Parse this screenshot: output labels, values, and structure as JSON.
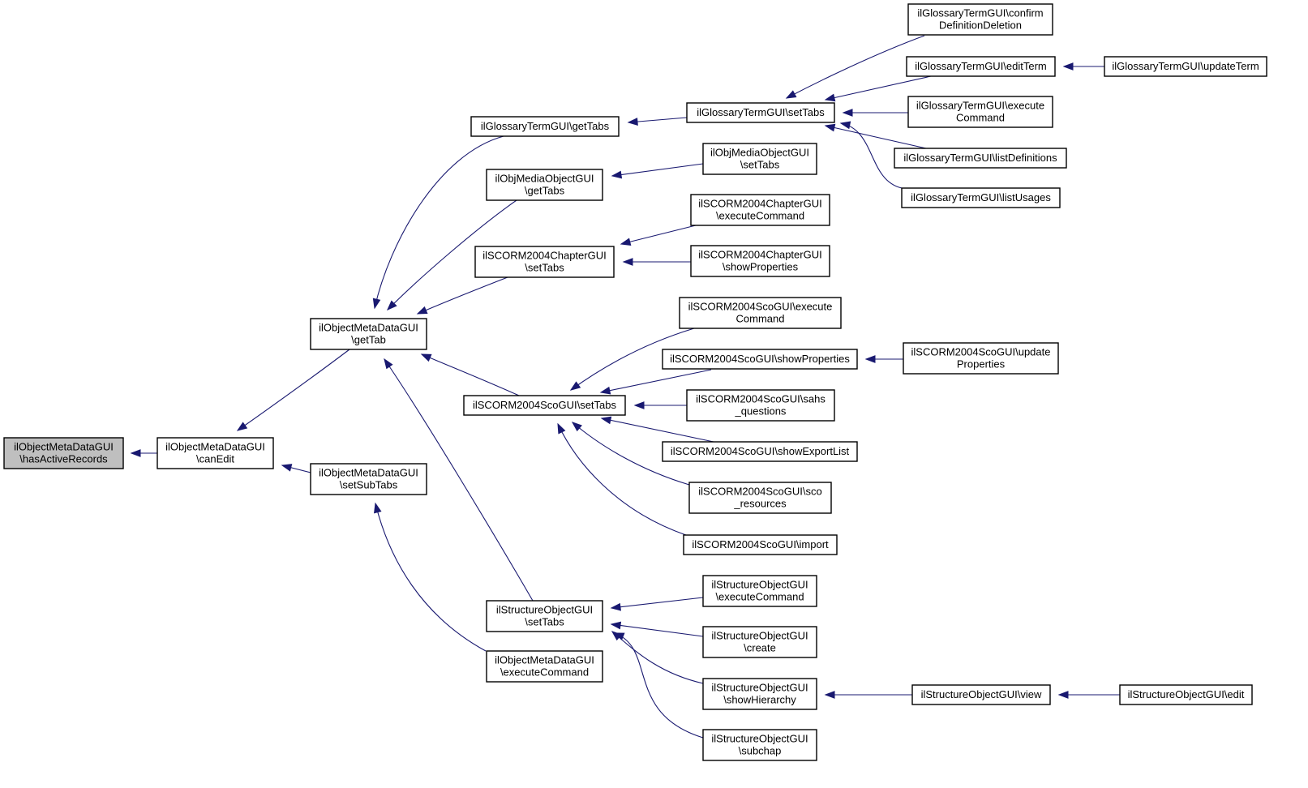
{
  "graph": {
    "nodes": [
      {
        "id": "root",
        "lines": [
          "ilObjectMetaDataGUI",
          "\\hasActiveRecords"
        ],
        "highlight": true
      },
      {
        "id": "canEdit",
        "lines": [
          "ilObjectMetaDataGUI",
          "\\canEdit"
        ]
      },
      {
        "id": "getTab",
        "lines": [
          "ilObjectMetaDataGUI",
          "\\getTab"
        ]
      },
      {
        "id": "setSubTabs",
        "lines": [
          "ilObjectMetaDataGUI",
          "\\setSubTabs"
        ]
      },
      {
        "id": "gtGetTabs",
        "lines": [
          "ilGlossaryTermGUI\\getTabs"
        ]
      },
      {
        "id": "omGetTabs",
        "lines": [
          "ilObjMediaObjectGUI",
          "\\getTabs"
        ]
      },
      {
        "id": "chSetTabs",
        "lines": [
          "ilSCORM2004ChapterGUI",
          "\\setTabs"
        ]
      },
      {
        "id": "scoSetTabs",
        "lines": [
          "ilSCORM2004ScoGUI\\setTabs"
        ]
      },
      {
        "id": "soSetTabs",
        "lines": [
          "ilStructureObjectGUI",
          "\\setTabs"
        ]
      },
      {
        "id": "omdExec",
        "lines": [
          "ilObjectMetaDataGUI",
          "\\executeCommand"
        ]
      },
      {
        "id": "gtSetTabs",
        "lines": [
          "ilGlossaryTermGUI\\setTabs"
        ]
      },
      {
        "id": "omSetTabs",
        "lines": [
          "ilObjMediaObjectGUI",
          "\\setTabs"
        ]
      },
      {
        "id": "chExec",
        "lines": [
          "ilSCORM2004ChapterGUI",
          "\\executeCommand"
        ]
      },
      {
        "id": "chShowProps",
        "lines": [
          "ilSCORM2004ChapterGUI",
          "\\showProperties"
        ]
      },
      {
        "id": "scoExec",
        "lines": [
          "ilSCORM2004ScoGUI\\execute",
          "Command"
        ]
      },
      {
        "id": "scoShowProps",
        "lines": [
          "ilSCORM2004ScoGUI\\showProperties"
        ]
      },
      {
        "id": "scoSahs",
        "lines": [
          "ilSCORM2004ScoGUI\\sahs",
          "_questions"
        ]
      },
      {
        "id": "scoExportList",
        "lines": [
          "ilSCORM2004ScoGUI\\showExportList"
        ]
      },
      {
        "id": "scoRes",
        "lines": [
          "ilSCORM2004ScoGUI\\sco",
          "_resources"
        ]
      },
      {
        "id": "scoImport",
        "lines": [
          "ilSCORM2004ScoGUI\\import"
        ]
      },
      {
        "id": "soExec",
        "lines": [
          "ilStructureObjectGUI",
          "\\executeCommand"
        ]
      },
      {
        "id": "soCreate",
        "lines": [
          "ilStructureObjectGUI",
          "\\create"
        ]
      },
      {
        "id": "soShowHier",
        "lines": [
          "ilStructureObjectGUI",
          "\\showHierarchy"
        ]
      },
      {
        "id": "soSubchap",
        "lines": [
          "ilStructureObjectGUI",
          "\\subchap"
        ]
      },
      {
        "id": "gtConfirm",
        "lines": [
          "ilGlossaryTermGUI\\confirm",
          "DefinitionDeletion"
        ]
      },
      {
        "id": "gtEditTerm",
        "lines": [
          "ilGlossaryTermGUI\\editTerm"
        ]
      },
      {
        "id": "gtExec",
        "lines": [
          "ilGlossaryTermGUI\\execute",
          "Command"
        ]
      },
      {
        "id": "gtListDefs",
        "lines": [
          "ilGlossaryTermGUI\\listDefinitions"
        ]
      },
      {
        "id": "gtListUsages",
        "lines": [
          "ilGlossaryTermGUI\\listUsages"
        ]
      },
      {
        "id": "scoUpdateProps",
        "lines": [
          "ilSCORM2004ScoGUI\\update",
          "Properties"
        ]
      },
      {
        "id": "soView",
        "lines": [
          "ilStructureObjectGUI\\view"
        ]
      },
      {
        "id": "gtUpdateTerm",
        "lines": [
          "ilGlossaryTermGUI\\updateTerm"
        ]
      },
      {
        "id": "soEdit",
        "lines": [
          "ilStructureObjectGUI\\edit"
        ]
      }
    ],
    "edges": [
      {
        "from": "canEdit",
        "to": "root"
      },
      {
        "from": "getTab",
        "to": "canEdit"
      },
      {
        "from": "setSubTabs",
        "to": "canEdit"
      },
      {
        "from": "gtGetTabs",
        "to": "getTab"
      },
      {
        "from": "omGetTabs",
        "to": "getTab"
      },
      {
        "from": "chSetTabs",
        "to": "getTab"
      },
      {
        "from": "scoSetTabs",
        "to": "getTab"
      },
      {
        "from": "soSetTabs",
        "to": "getTab"
      },
      {
        "from": "omdExec",
        "to": "setSubTabs"
      },
      {
        "from": "gtSetTabs",
        "to": "gtGetTabs"
      },
      {
        "from": "omSetTabs",
        "to": "omGetTabs"
      },
      {
        "from": "chExec",
        "to": "chSetTabs"
      },
      {
        "from": "chShowProps",
        "to": "chSetTabs"
      },
      {
        "from": "scoExec",
        "to": "scoSetTabs"
      },
      {
        "from": "scoShowProps",
        "to": "scoSetTabs"
      },
      {
        "from": "scoSahs",
        "to": "scoSetTabs"
      },
      {
        "from": "scoExportList",
        "to": "scoSetTabs"
      },
      {
        "from": "scoRes",
        "to": "scoSetTabs"
      },
      {
        "from": "scoImport",
        "to": "scoSetTabs"
      },
      {
        "from": "soExec",
        "to": "soSetTabs"
      },
      {
        "from": "soCreate",
        "to": "soSetTabs"
      },
      {
        "from": "soShowHier",
        "to": "soSetTabs"
      },
      {
        "from": "soSubchap",
        "to": "soSetTabs"
      },
      {
        "from": "gtConfirm",
        "to": "gtSetTabs"
      },
      {
        "from": "gtEditTerm",
        "to": "gtSetTabs"
      },
      {
        "from": "gtExec",
        "to": "gtSetTabs"
      },
      {
        "from": "gtListDefs",
        "to": "gtSetTabs"
      },
      {
        "from": "gtListUsages",
        "to": "gtSetTabs"
      },
      {
        "from": "scoUpdateProps",
        "to": "scoShowProps"
      },
      {
        "from": "soView",
        "to": "soShowHier"
      },
      {
        "from": "gtUpdateTerm",
        "to": "gtEditTerm"
      },
      {
        "from": "soEdit",
        "to": "soView"
      }
    ]
  }
}
